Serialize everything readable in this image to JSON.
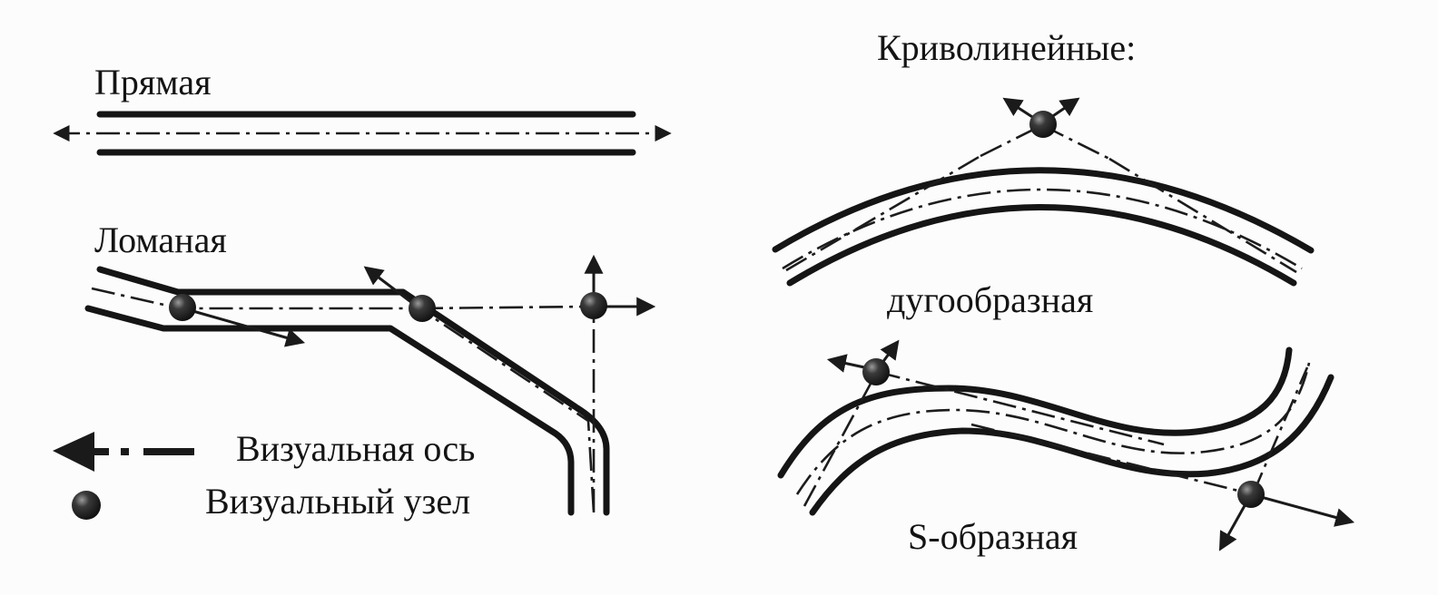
{
  "labels": {
    "straight": "Прямая",
    "broken": "Ломаная",
    "curvilinear": "Криволинейные:",
    "arc": "дугообразная",
    "s_shape": "S-образная"
  },
  "legend": {
    "axis": "Визуальная ось",
    "node": "Визуальный узел"
  },
  "colors": {
    "ink": "#151515",
    "paper": "#fcfcfc"
  }
}
